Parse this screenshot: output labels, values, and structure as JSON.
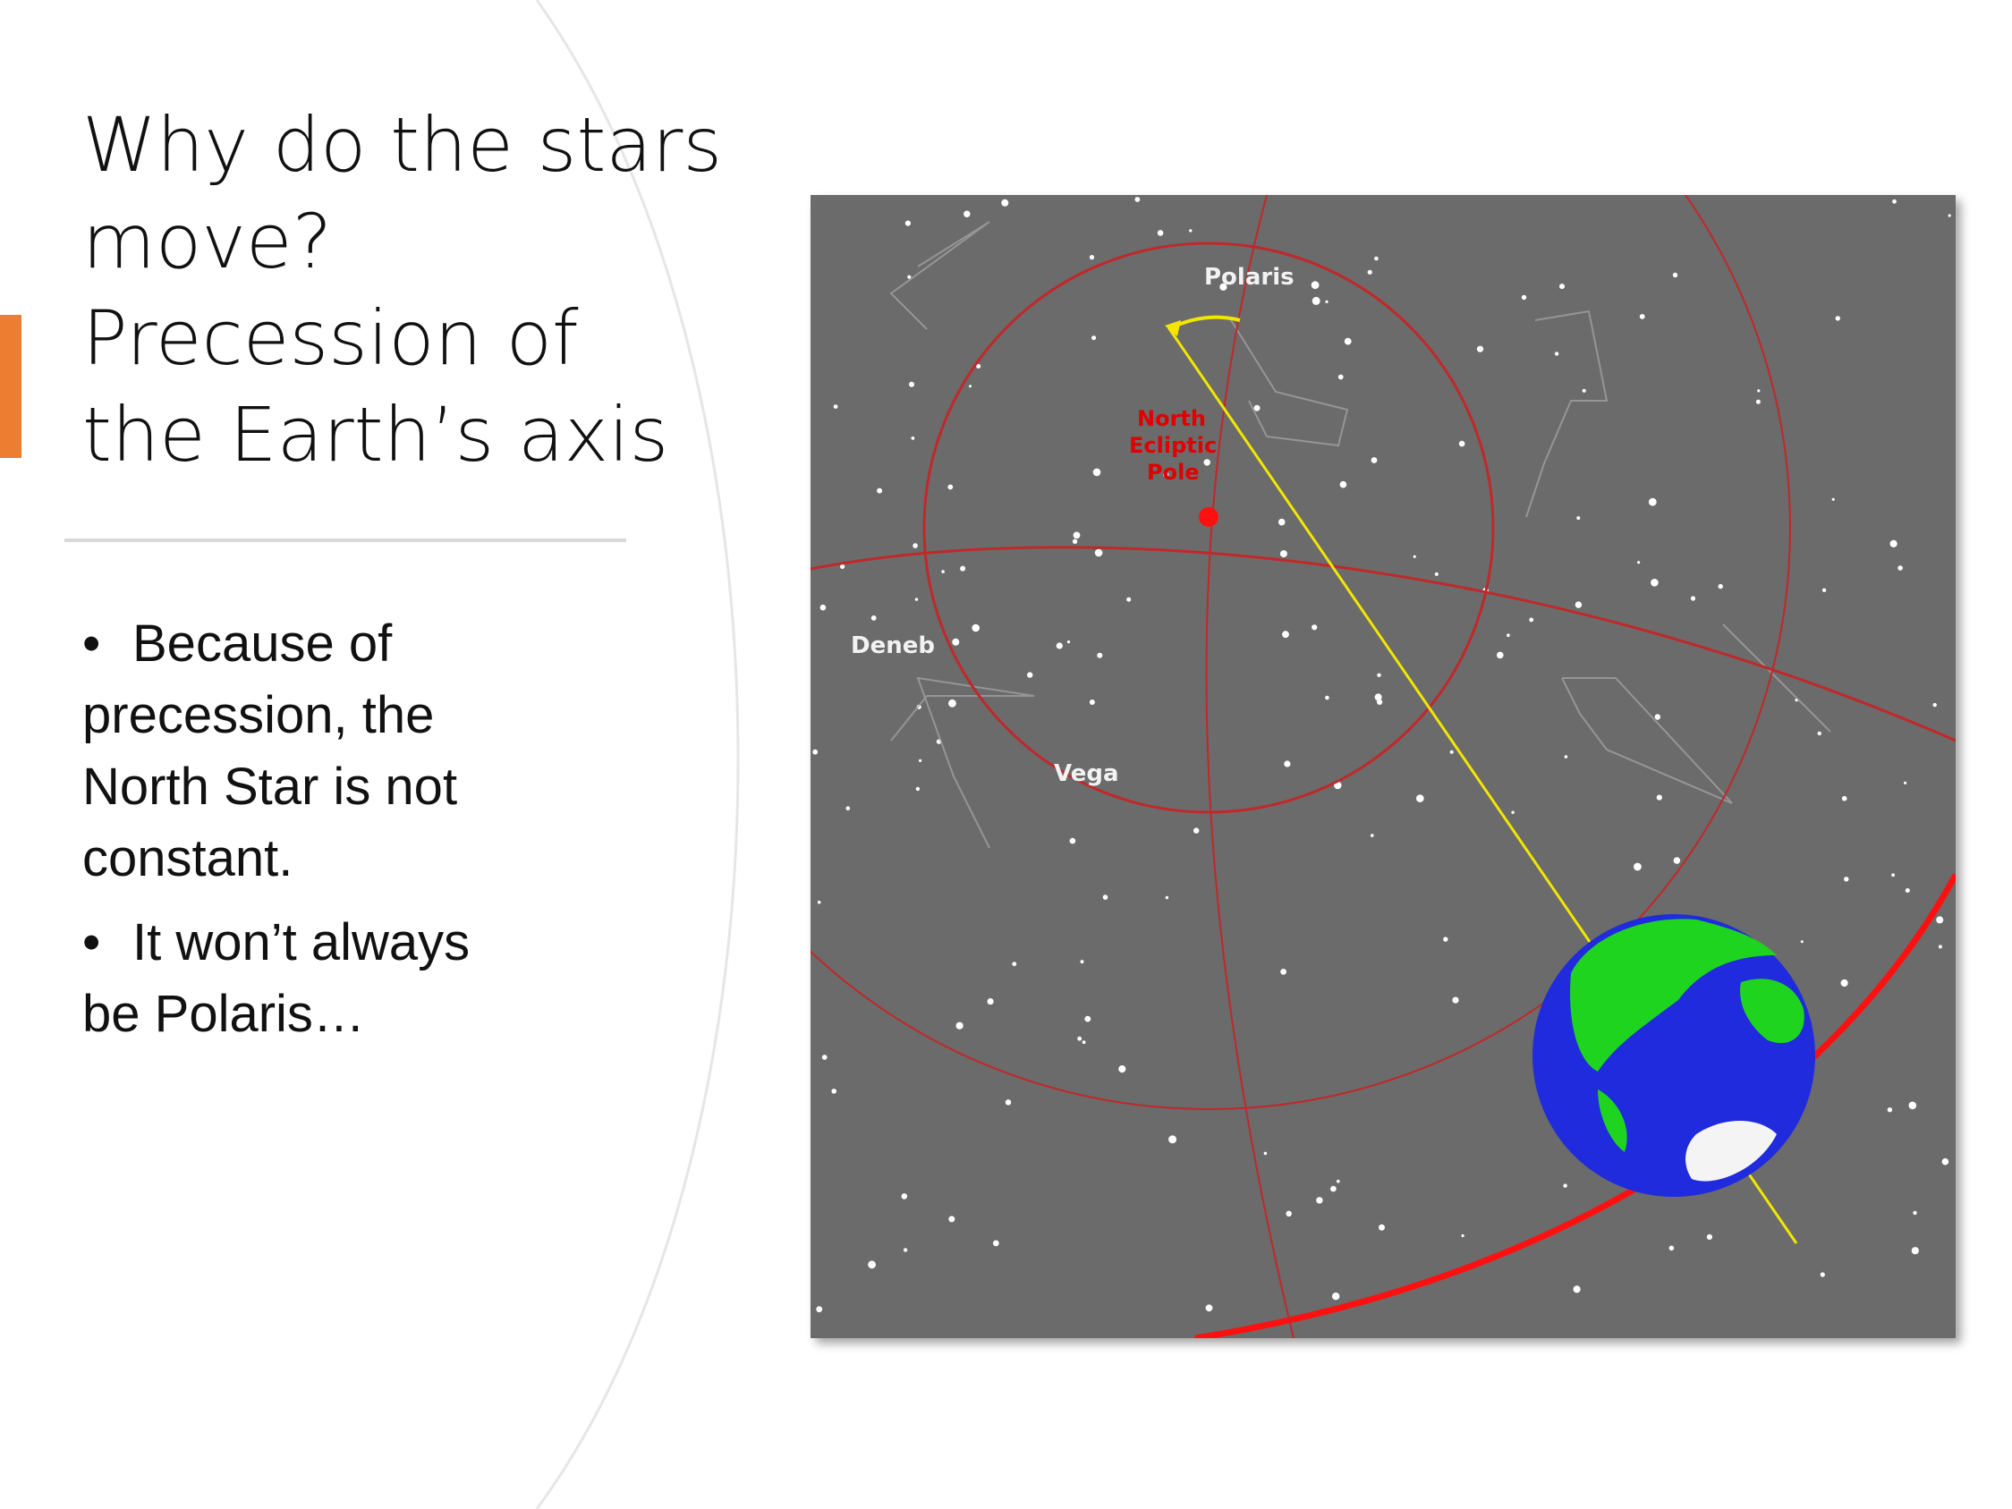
{
  "slide": {
    "title_lines": [
      "Why do the stars",
      "move?",
      "Precession of",
      "the Earth’s axis"
    ],
    "bullets": [
      [
        "Because of",
        "precession, the",
        "North Star is not",
        "constant."
      ],
      [
        "It won’t always",
        "be Polaris…"
      ]
    ],
    "bullet_glyph": "•",
    "accent_color": "#ed7d31"
  },
  "figure": {
    "labels": {
      "polaris": "Polaris",
      "deneb": "Deneb",
      "vega": "Vega",
      "north_ecliptic_pole": [
        "North",
        "Ecliptic",
        "Pole"
      ]
    },
    "colors": {
      "sky": "#6b6b6b",
      "circles": "#c0282a",
      "axis": "#f2e600",
      "ocean": "#1f2bdc",
      "land": "#1fd41f",
      "ice": "#ffffff"
    }
  }
}
